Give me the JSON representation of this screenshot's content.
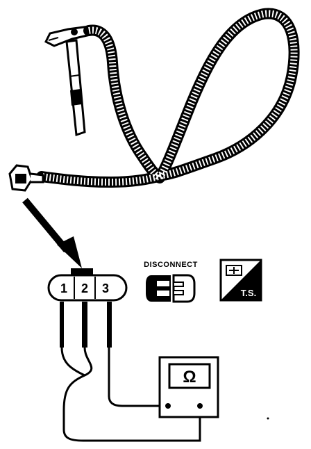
{
  "connector": {
    "pins": [
      "1",
      "2",
      "3"
    ]
  },
  "disconnect_symbol": {
    "label": "DISCONNECT",
    "icon": "connector-disconnect-icon"
  },
  "ts_symbol": {
    "label": "T.S.",
    "icon": "troubleshooting-book-icon"
  },
  "ohmmeter": {
    "symbol": "Ω"
  },
  "colors": {
    "ink": "#000000",
    "paper": "#ffffff"
  }
}
